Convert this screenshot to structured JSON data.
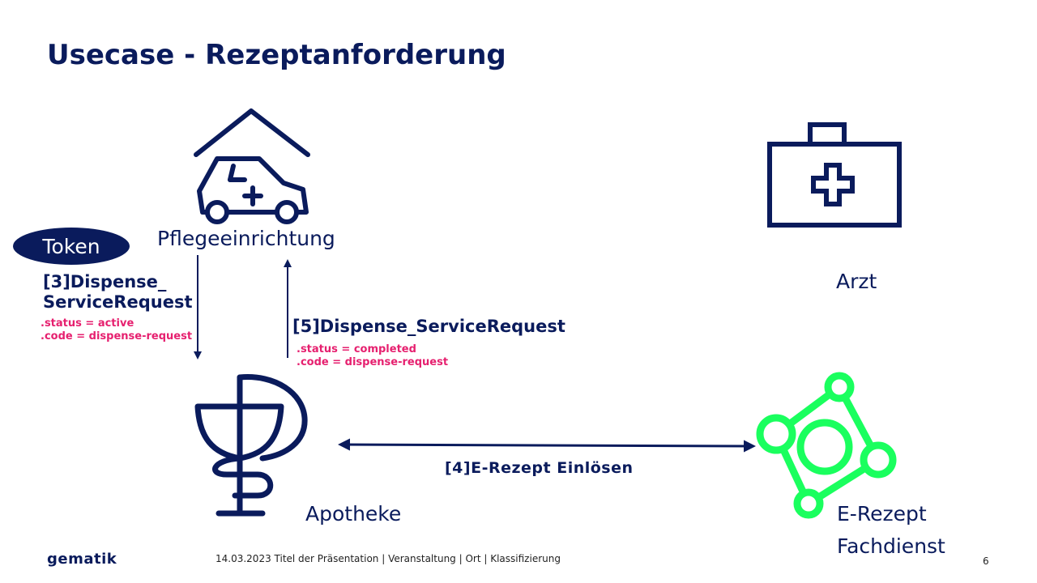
{
  "slide": {
    "title": "Usecase - Rezeptanforderung",
    "page_number": "6"
  },
  "actors": {
    "pflege": "Pflegeeinrichtung",
    "arzt": "Arzt",
    "apotheke": "Apotheke",
    "erezept_line1": "E-Rezept",
    "erezept_line2": "Fachdienst"
  },
  "token": "Token",
  "flows": {
    "step3_line1": "[3]Dispense_",
    "step3_line2": "ServiceRequest",
    "step3_status": ".status = active",
    "step3_code": ".code = dispense-request",
    "step5": "[5]Dispense_ServiceRequest",
    "step5_status": ".status = completed",
    "step5_code": ".code = dispense-request",
    "step4": "[4]E-Rezept Einlösen"
  },
  "footer": {
    "brand": "gematik",
    "info": "14.03.2023  Titel der Präsentation | Veranstaltung | Ort | Klassifizierung"
  },
  "colors": {
    "navy": "#0a1b5c",
    "pink": "#e6206f",
    "green": "#1aff5e"
  },
  "icons": {
    "pflege": "house-ambulance-icon",
    "arzt": "medical-bag-icon",
    "apotheke": "pharmacy-bowl-icon",
    "erezept": "network-node-icon"
  }
}
